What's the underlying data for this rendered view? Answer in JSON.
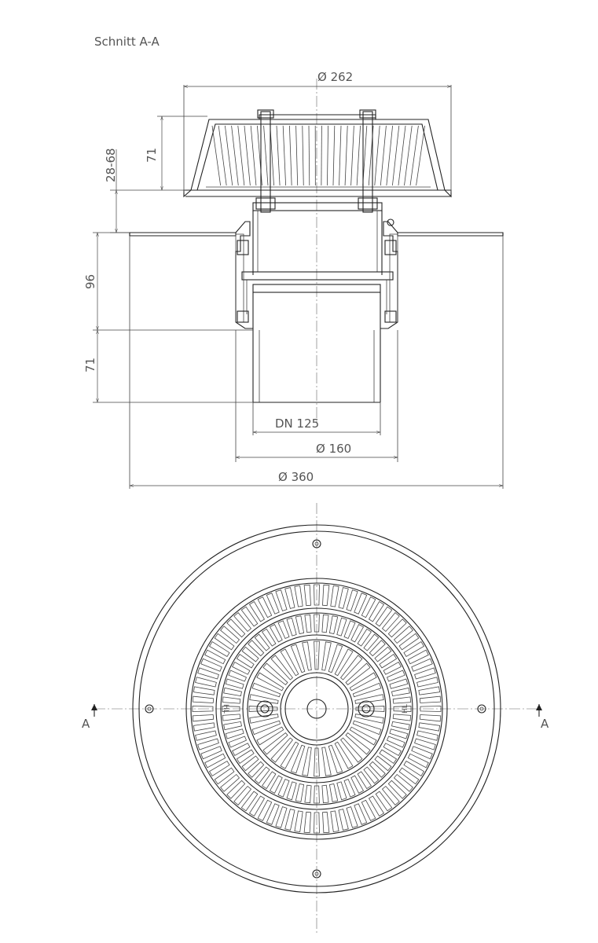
{
  "section_title": "Schnitt A-A",
  "dimensions": {
    "d_top": "Ø 262",
    "h_grate": "71",
    "h_adjust": "28-68",
    "h_upper": "96",
    "h_lower": "71",
    "dn": "DN 125",
    "d_outlet": "Ø 160",
    "d_flange": "Ø 360"
  },
  "section_marks": {
    "left": "A",
    "right": "A"
  },
  "plan_marks": {
    "left": "HL",
    "right": "HL"
  }
}
